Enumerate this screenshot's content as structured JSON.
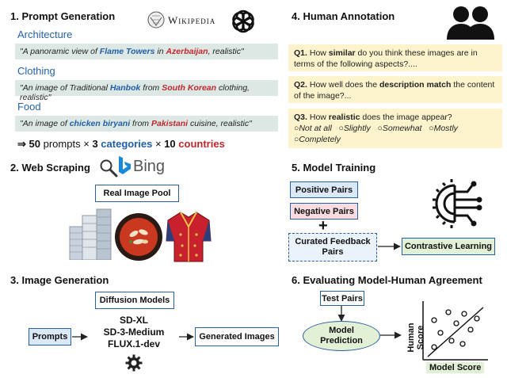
{
  "sections": {
    "prompt_generation": {
      "title": "1. Prompt Generation",
      "wikipedia_label": "Wikipedia",
      "categories": [
        {
          "label": "Architecture",
          "prompt_parts": [
            "\"A panoramic view of ",
            "Flame Towers",
            " in ",
            "Azerbaijan",
            ", realistic\""
          ]
        },
        {
          "label": "Clothing",
          "prompt_parts": [
            "\"An image of Traditional ",
            "Hanbok",
            " from ",
            "South Korean",
            " clothing, realistic\""
          ]
        },
        {
          "label": "Food",
          "prompt_parts": [
            "\"An image of ",
            "chicken biryani",
            " from ",
            "Pakistani",
            " cuisine, realistic\""
          ]
        }
      ],
      "summary": {
        "arrow": "⇒",
        "count_prompts": "50",
        "prompts_word": "prompts",
        "times1": "×",
        "count_categories": "3",
        "categories_word": "categories",
        "times2": "×",
        "count_countries": "10",
        "countries_word": "countries"
      }
    },
    "web_scraping": {
      "title": "2. Web Scraping",
      "bing_label": "Bing",
      "pool_label": "Real Image Pool"
    },
    "image_generation": {
      "title": "3. Image Generation",
      "diffusion_label": "Diffusion Models",
      "prompts_label": "Prompts",
      "models": [
        "SD-XL",
        "SD-3-Medium",
        "FLUX.1-dev"
      ],
      "generated_label": "Generated Images"
    },
    "human_annotation": {
      "title": "4. Human Annotation",
      "q1_prefix": "Q1.",
      "q1_a": " How ",
      "q1_bold": "similar",
      "q1_b": " do you think these images are  in terms of the following aspects?....",
      "q2_prefix": "Q2.",
      "q2_a": " How well does the ",
      "q2_bold": "description match",
      "q2_b": " the content of the image?...",
      "q3_prefix": "Q3.",
      "q3_a": " How ",
      "q3_bold": "realistic",
      "q3_b": " does the image appear?",
      "options": [
        "○Not at all",
        "○Slightly",
        "○Somewhat",
        "○Mostly",
        "○Completely"
      ]
    },
    "model_training": {
      "title": "5. Model Training",
      "positive_label": "Positive Pairs",
      "negative_label": "Negative Pairs",
      "plus": "+",
      "curated_label_1": "Curated Feedback",
      "curated_label_2": "Pairs",
      "contrastive_label": "Contrastive Learning"
    },
    "evaluation": {
      "title": "6. Evaluating Model-Human Agreement",
      "test_pairs_label": "Test Pairs",
      "prediction_label_1": "Model",
      "prediction_label_2": "Prediction",
      "y_axis_label": "Human Score",
      "x_axis_label": "Model Score"
    }
  },
  "colors": {
    "accent_blue": "#2c5fa0",
    "highlight_blue": "#1f5fa8",
    "highlight_red": "#c0272d",
    "prompt_bg": "#dde8e4",
    "question_bg": "#fdf3cc"
  },
  "icons": [
    "wikipedia-logo",
    "openai-logo",
    "users-icon",
    "search-icon",
    "bing-logo",
    "buildings-illustration",
    "food-bowl-illustration",
    "clothing-illustration",
    "gear-icon",
    "ai-chip-icon",
    "scatter-plot-icon"
  ]
}
